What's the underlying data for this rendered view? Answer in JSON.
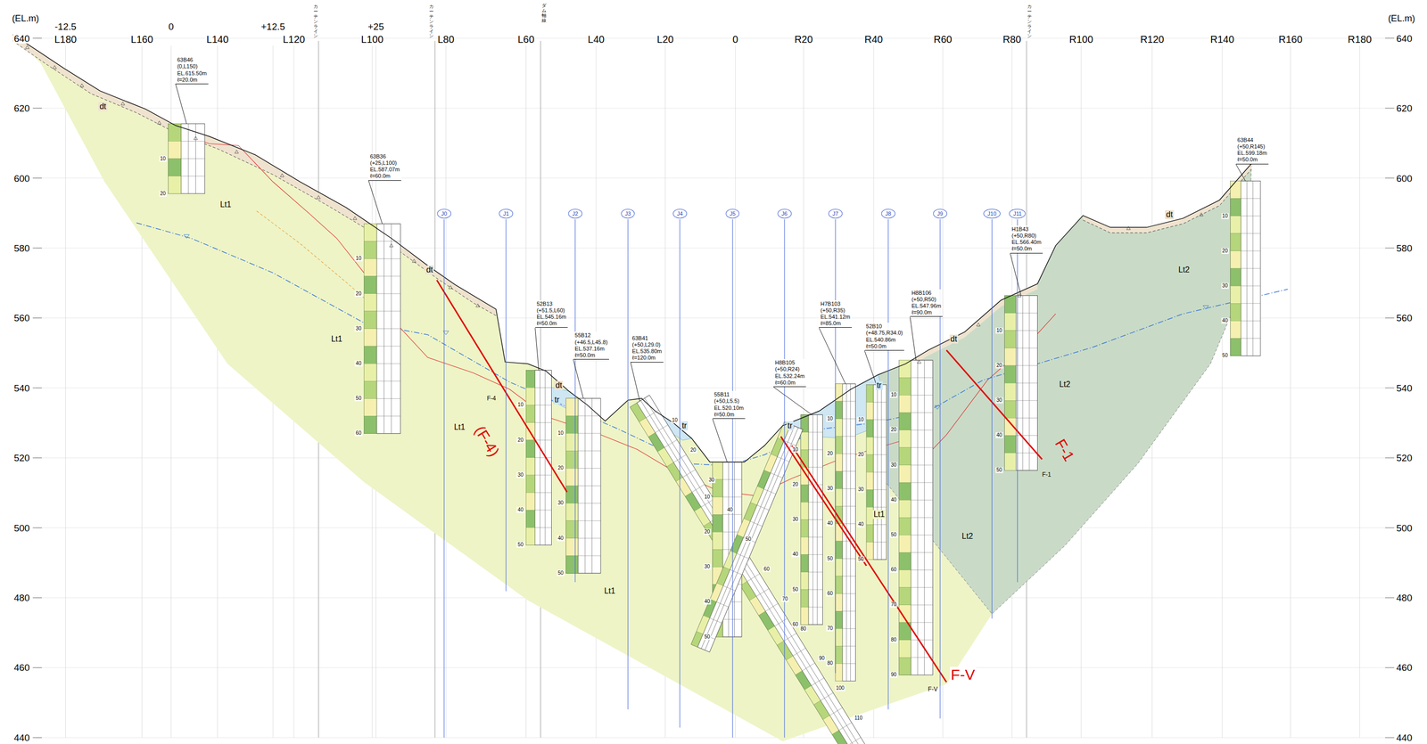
{
  "diagram": {
    "nodes": [
      {
        "text": [
          "63B46",
          "(0,L150)",
          "EL.615.50m",
          "ℓ=20.0m"
        ]
      },
      {
        "text": [
          "63B36",
          "(+25,L100)",
          "EL.587.07m",
          "ℓ=60.0m"
        ]
      },
      {
        "text": [
          "52B13",
          "(+51.5,L60)",
          "EL.545.16m",
          "ℓ=50.0m"
        ]
      },
      {
        "text": [
          "55B12",
          "(+46.5,L45.8)",
          "EL.537.16m",
          "ℓ=50.0m"
        ]
      },
      {
        "text": [
          "63B41",
          "(+50,L29.0)",
          "EL.535.80m",
          "ℓ=120.0m"
        ]
      },
      {
        "text": [
          "55B11",
          "(+50,L5.5)",
          "EL.520.10m",
          "ℓ=50.0m"
        ]
      },
      {
        "text": [
          "H8B105",
          "(+50,R24)",
          "EL.532.24m",
          "ℓ=60.0m"
        ]
      },
      {
        "text": [
          "H7B103",
          "(+50,R35)",
          "EL.541.12m",
          "ℓ=85.0m"
        ]
      },
      {
        "text": [
          "52B10",
          "(+48.75,R34.0)",
          "EL.540.86m",
          "ℓ=50.0m"
        ]
      },
      {
        "text": [
          "H8B106",
          "(+50,R50)",
          "EL.547.96m",
          "ℓ=90.0m"
        ]
      },
      {
        "text": [
          "H1B43",
          "(+50,R80)",
          "EL.566.40m",
          "ℓ=50.0m"
        ]
      },
      {
        "text": [
          "63B44",
          "(+50,R145)",
          "EL.599.18m",
          "ℓ=50.0m"
        ]
      },
      {
        "text": [
          "J0"
        ]
      },
      {
        "text": [
          "J1"
        ]
      },
      {
        "text": [
          "J2"
        ]
      },
      {
        "text": [
          "J3"
        ]
      },
      {
        "text": [
          "J4"
        ]
      },
      {
        "text": [
          "J5"
        ]
      },
      {
        "text": [
          "J6"
        ]
      },
      {
        "text": [
          "J7"
        ]
      },
      {
        "text": [
          "J8"
        ]
      },
      {
        "text": [
          "J9"
        ]
      },
      {
        "text": [
          "J10"
        ]
      },
      {
        "text": [
          "J11"
        ]
      }
    ],
    "labels": [
      "(EL.m)",
      "(EL.m)",
      "640",
      "620",
      "600",
      "580",
      "560",
      "540",
      "520",
      "500",
      "480",
      "460",
      "440",
      "640",
      "620",
      "600",
      "580",
      "560",
      "540",
      "520",
      "500",
      "480",
      "460",
      "440",
      "-12.5",
      "0",
      "+12.5",
      "+25",
      "L180",
      "L160",
      "L140",
      "L120",
      "L100",
      "L80",
      "L60",
      "L40",
      "L20",
      "0",
      "R20",
      "R40",
      "R60",
      "R80",
      "R100",
      "R120",
      "R140",
      "R160",
      "R180",
      "カーテンライン",
      "カーテンライン",
      "ダム軸線",
      "カーテンライン",
      "dt",
      "dt",
      "dt",
      "dt",
      "dt",
      "Lt1",
      "Lt1",
      "Lt1",
      "Lt1",
      "Lt1",
      "Lt2",
      "Lt2",
      "Lt2",
      "tr",
      "tr",
      "tr",
      "tr",
      "F-4",
      "(F-4)",
      "F-V",
      "F-V",
      "F-1",
      "F-1",
      "10",
      "20",
      "10",
      "20",
      "30",
      "40",
      "50",
      "60",
      "10",
      "20",
      "30",
      "40",
      "50",
      "10",
      "20",
      "30",
      "40",
      "50",
      "10",
      "20",
      "30",
      "40",
      "50",
      "60",
      "70",
      "80",
      "90",
      "100",
      "110",
      "10",
      "20",
      "30",
      "40",
      "50",
      "10",
      "20",
      "30",
      "40",
      "50",
      "60",
      "10",
      "20",
      "30",
      "40",
      "50",
      "60",
      "70",
      "80",
      "10",
      "20",
      "30",
      "40",
      "50",
      "10",
      "20",
      "30",
      "40",
      "50",
      "60",
      "70",
      "80",
      "90",
      "10",
      "20",
      "30",
      "40",
      "50",
      "10",
      "20",
      "30",
      "40",
      "50"
    ]
  }
}
